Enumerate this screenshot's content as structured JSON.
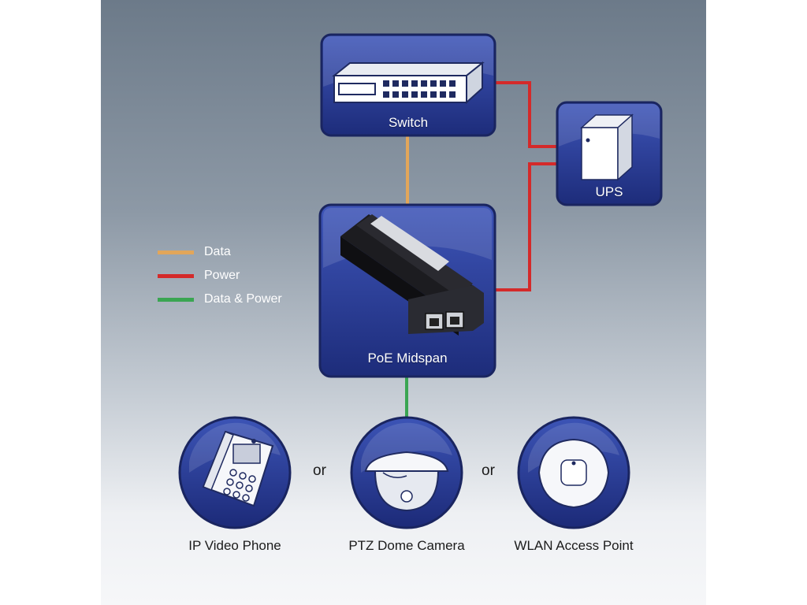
{
  "legend": [
    {
      "label": "Data",
      "color": "#e2a65a"
    },
    {
      "label": "Power",
      "color": "#d42a2a"
    },
    {
      "label": "Data & Power",
      "color": "#3aa552"
    }
  ],
  "nodes": {
    "switch": "Switch",
    "ups": "UPS",
    "midspan": "PoE Midspan"
  },
  "devices": {
    "phone": "IP Video Phone",
    "camera": "PTZ Dome Camera",
    "wlan": "WLAN Access Point"
  },
  "separators": [
    "or",
    "or"
  ],
  "colors": {
    "box": "#2b3f95",
    "box_border": "#1a2560",
    "background_top": "#6c7a89",
    "background_bottom": "#f6f7f9"
  }
}
